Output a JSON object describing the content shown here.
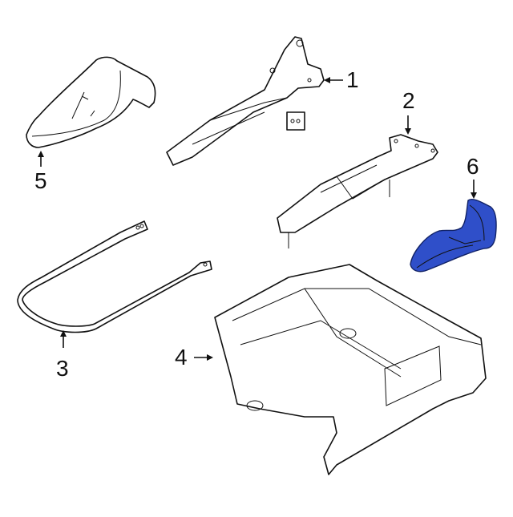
{
  "diagram": {
    "type": "exploded-parts-diagram",
    "highlight_color": "#2f4fc9",
    "parts": [
      {
        "id": 1,
        "label": "1",
        "description": "seat track adjuster (upper)",
        "highlighted": false
      },
      {
        "id": 2,
        "label": "2",
        "description": "seat track adjuster (lower)",
        "highlighted": false
      },
      {
        "id": 3,
        "label": "3",
        "description": "wire rod / bar",
        "highlighted": false
      },
      {
        "id": 4,
        "label": "4",
        "description": "seat base frame",
        "highlighted": false
      },
      {
        "id": 5,
        "label": "5",
        "description": "track cover",
        "highlighted": false
      },
      {
        "id": 6,
        "label": "6",
        "description": "track cover (highlighted)",
        "highlighted": true
      }
    ]
  }
}
